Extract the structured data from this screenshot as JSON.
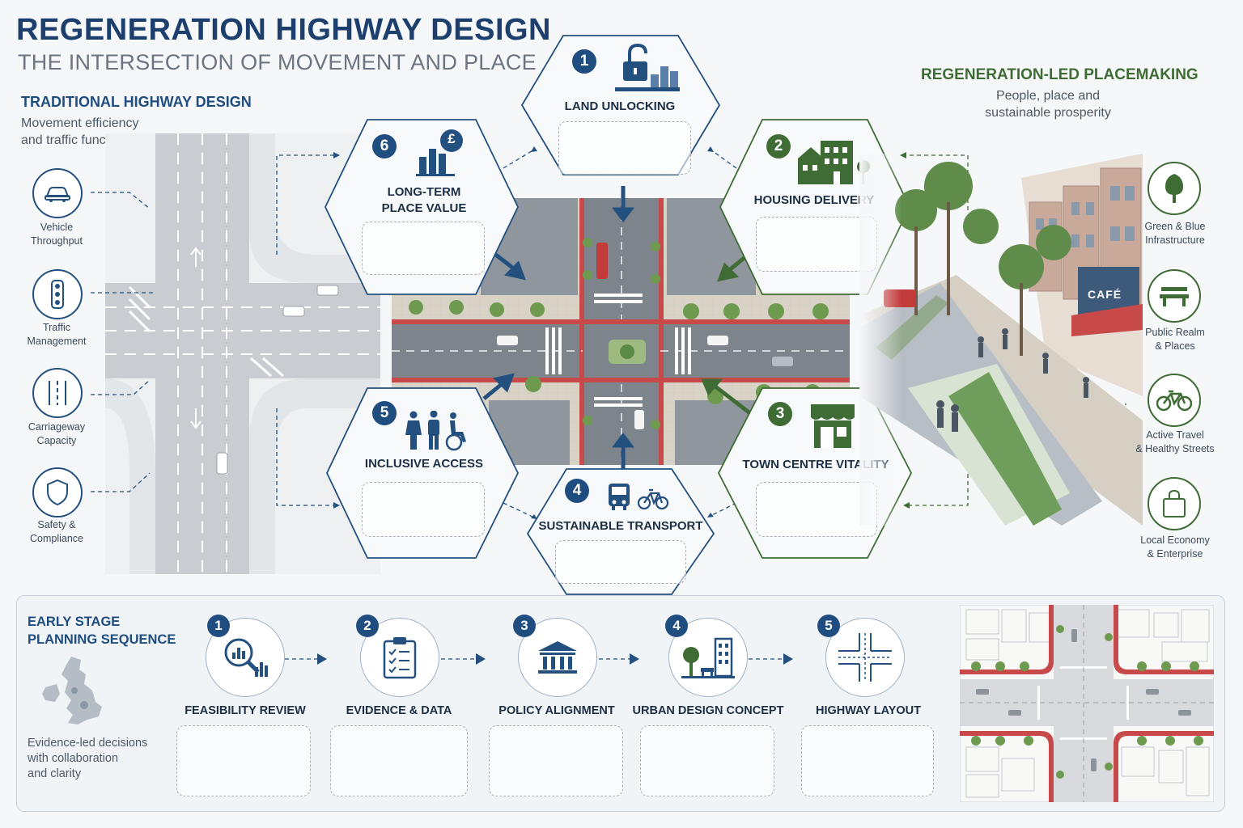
{
  "header": {
    "title": "REGENERATION HIGHWAY DESIGN",
    "subtitle": "THE INTERSECTION OF MOVEMENT AND PLACE"
  },
  "traditional": {
    "heading": "TRADITIONAL HIGHWAY DESIGN",
    "desc_line1": "Movement efficiency",
    "desc_line2": "and traffic function",
    "items": [
      {
        "icon": "car-icon",
        "line1": "Vehicle",
        "line2": "Throughput"
      },
      {
        "icon": "traffic-light-icon",
        "line1": "Traffic",
        "line2": "Management"
      },
      {
        "icon": "lanes-icon",
        "line1": "Carriageway",
        "line2": "Capacity"
      },
      {
        "icon": "shield-icon",
        "line1": "Safety &",
        "line2": "Compliance"
      }
    ]
  },
  "placemaking": {
    "heading": "REGENERATION-LED PLACEMAKING",
    "desc_line1": "People, place and",
    "desc_line2": "sustainable prosperity",
    "items": [
      {
        "icon": "tree-icon",
        "line1": "Green & Blue",
        "line2": "Infrastructure"
      },
      {
        "icon": "bench-icon",
        "line1": "Public Realm",
        "line2": "& Places"
      },
      {
        "icon": "bicycle-icon",
        "line1": "Active Travel",
        "line2": "& Healthy Streets"
      },
      {
        "icon": "shopping-bag-icon",
        "line1": "Local Economy",
        "line2": "& Enterprise"
      }
    ]
  },
  "street_sign": "CAFÉ",
  "hexes": [
    {
      "num": "1",
      "icon": "unlock-icon",
      "line1": "LAND UNLOCKING",
      "line2": "",
      "color": "blue"
    },
    {
      "num": "2",
      "icon": "housing-icon",
      "line1": "HOUSING DELIVERY",
      "line2": "",
      "color": "green"
    },
    {
      "num": "3",
      "icon": "storefront-icon",
      "line1": "TOWN CENTRE VITALITY",
      "line2": "",
      "color": "green"
    },
    {
      "num": "4",
      "icon": "bus-bicycle-icon",
      "line1": "SUSTAINABLE TRANSPORT",
      "line2": "",
      "color": "blue"
    },
    {
      "num": "5",
      "icon": "people-icon",
      "line1": "INCLUSIVE ACCESS",
      "line2": "",
      "color": "blue"
    },
    {
      "num": "6",
      "icon": "chart-pound-icon",
      "line1": "LONG-TERM",
      "line2": "PLACE VALUE",
      "color": "blue"
    }
  ],
  "pound_symbol": "£",
  "planning": {
    "heading_line1": "EARLY STAGE",
    "heading_line2": "PLANNING SEQUENCE",
    "desc_line1": "Evidence-led decisions",
    "desc_line2": "with collaboration",
    "desc_line3": "and clarity",
    "steps": [
      {
        "num": "1",
        "icon": "magnifier-chart-icon",
        "label": "FEASIBILITY REVIEW"
      },
      {
        "num": "2",
        "icon": "clipboard-icon",
        "label": "EVIDENCE & DATA"
      },
      {
        "num": "3",
        "icon": "government-building-icon",
        "label": "POLICY ALIGNMENT"
      },
      {
        "num": "4",
        "icon": "urban-design-icon",
        "label": "URBAN DESIGN CONCEPT"
      },
      {
        "num": "5",
        "icon": "junction-layout-icon",
        "label": "HIGHWAY LAYOUT"
      }
    ]
  },
  "colors": {
    "navy": "#1d3f6e",
    "blue": "#1f4d80",
    "green": "#3f6b35",
    "road": "#7d848c",
    "cycle_lane": "#c8494a",
    "paving": "#d9d3c7"
  }
}
